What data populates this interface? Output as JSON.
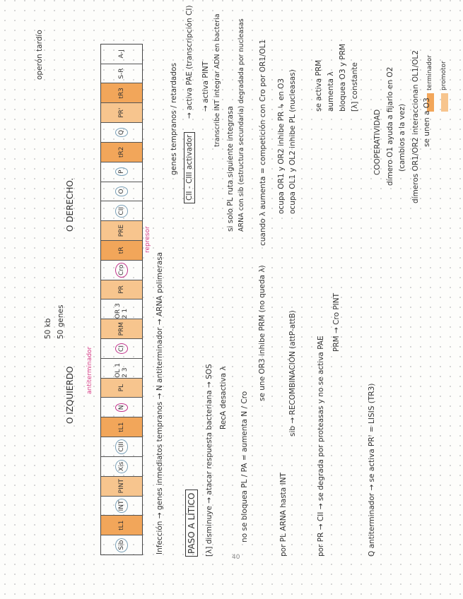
{
  "header": {
    "left_operon": "O IZQUIERDO",
    "antiterminator_note": "antiterminador",
    "size": "50 kb",
    "genes": "50 genes",
    "right_operon": "O DERECHO.",
    "late_operon": "operón tardío",
    "repressor_note": "represor"
  },
  "strip": [
    "Sib",
    "tL1",
    "INT",
    "PINT",
    "Xis",
    "CIII",
    "tL1",
    "N",
    "PL",
    "OL 1 2 3",
    "CI",
    "PRM",
    "OR 3 2 1",
    "PR",
    "Cro",
    "tR",
    "PRE",
    "CII",
    "O",
    "P",
    "tR2",
    "Q",
    "PR'",
    "tR3",
    "S-R",
    "A-J"
  ],
  "legend": {
    "terminator": "terminador",
    "promoter": "promotor",
    "terminator_color": "#f2a65a",
    "promoter_color": "#f7c58e"
  },
  "notes": {
    "infection": "Infección → genes inmediatos tempranos → N antiterminador → ARNA polimerasa",
    "delayed": "genes tempranos / retardados",
    "activator": "CII - CIII activador",
    "activa_pae": "→ activa PAE (transcripción CI)",
    "activa_pint": "→ activa PINT",
    "transcribe": "transcribe INT integrar ADN en bacteria",
    "lytic": "PASO A LÍTICO",
    "l1": "[λ] disminuye → atacar respuesta bacteriana → SOS",
    "l2": "RecA desactiva λ",
    "l3": "no se bloquea PL / PA = aumenta N / Cro",
    "l4": "se une OR3 inhibe PRM (no queda λ)",
    "l5": "por PL ARNA hasta INT",
    "l6": "sib → RECOMBINACIÓN (attP-attB)",
    "l7": "por PR → CII → se degrada por proteasas y no se activa PAE",
    "l8": "PRM → Cro   PINT",
    "l9": "Q antiterminador → se activa PR' = LISIS   (TR3)",
    "r1": "si solo PL ruta siguiente integrasa",
    "r2": "ARNA con sib (estructura secundaria) degradada por nucleasas",
    "r3": "cuando λ aumenta = competición con Cro por OR1/OL1",
    "r4": "ocupa OR1 y OR2 inhibe PR   ↳ en O3",
    "r5": "ocupa OL1 y OL2 inhibe PL (nucleasas)",
    "r6": "se activa PRM",
    "r7": "aumenta λ",
    "r8": "bloquea O3 y PRM",
    "r9": "[λ] constante",
    "c1": "COOPERATIVIDAD",
    "c2": "dímero O1 ayuda a fijarlo en O2",
    "c3": "(cambios a la vez)",
    "c4": "dímeros OR1/OR2 interaccionan OL1/OL2",
    "c5": "se unen a O3"
  },
  "page_number": "40"
}
